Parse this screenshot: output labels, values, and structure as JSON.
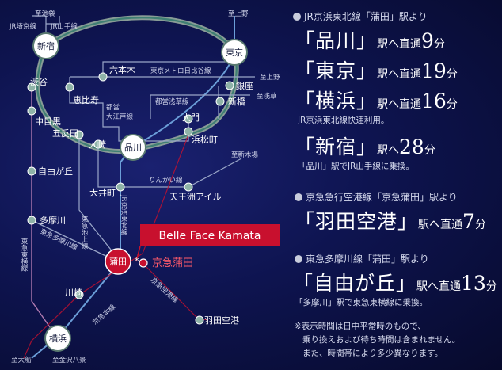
{
  "map": {
    "sign_label": "Belle Face Kamata",
    "stations_major": {
      "shinjuku": "新宿",
      "tokyo": "東京",
      "shinagawa": "品川",
      "kamata": "蒲田",
      "yokohama": "横浜"
    },
    "keikyu_kamata": "京急蒲田",
    "stations": {
      "shibuya": "渋谷",
      "ebisu": "恵比寿",
      "gotanda": "五反田",
      "osaki": "大崎",
      "nakameguro": "中目黒",
      "jiyugaoka": "自由が丘",
      "tamagawa": "多摩川",
      "oimachi": "大井町",
      "tennozu": "天王洲アイル",
      "roppongi": "六本木",
      "ginza": "銀座",
      "shinbashi": "新橋",
      "daimon": "大門",
      "hamamatsucho": "浜松町",
      "kawasaki": "川崎",
      "haneda": "羽田空港"
    },
    "lines": {
      "jr_saikyo": "JR埼京線",
      "jr_yamanote": "JR山手線",
      "metro_hibiya": "東京メトロ日比谷線",
      "toei_oedo_1": "都営",
      "toei_oedo_2": "大江戸線",
      "toei_asakusa": "都営浅草線",
      "rinkai": "りんかい線",
      "tokyu_ikegami": "東急池上線",
      "jr_keihin_tohoku": "JR京浜東北線",
      "tokyu_tamagawa": "東急多摩川線",
      "tokyu_toyoko": "東急東横線",
      "keikyu_main": "京急本線",
      "keikyu_airport": "京急空港線"
    },
    "directions": {
      "to_ikebukuro": "至池袋",
      "to_ueno_top": "至上野",
      "to_ueno_right": "至上野",
      "to_asakusa": "至浅草",
      "to_shinkiba": "至新木場",
      "to_ofuna": "至大船",
      "to_kanazawa_hakkei": "至金沢八景"
    }
  },
  "routes": {
    "jr_header": "JR京浜東北線「蒲田」駅より",
    "shinagawa": {
      "name": "「品川」",
      "suffix": "駅へ直通",
      "time": "9",
      "unit": "分"
    },
    "tokyo": {
      "name": "「東京」",
      "suffix": "駅へ直通",
      "time": "19",
      "unit": "分"
    },
    "yokohama": {
      "name": "「横浜」",
      "suffix": "駅へ直通",
      "time": "16",
      "unit": "分"
    },
    "rapid_note": "JR京浜東北線快速利用。",
    "shinjuku": {
      "name": "「新宿」",
      "suffix": "駅へ",
      "time": "28",
      "unit": "分"
    },
    "shinjuku_note": "「品川」駅でJR山手線に乗換。",
    "keikyu_header": "京急急行空港線「京急蒲田」駅より",
    "haneda": {
      "name": "「羽田空港」",
      "suffix": "駅へ直通",
      "time": "7",
      "unit": "分"
    },
    "tokyu_header": "東急多摩川線「蒲田」駅より",
    "jiyugaoka": {
      "name": "「自由が丘」",
      "suffix": "駅へ直通",
      "time": "13",
      "unit": "分"
    },
    "jiyugaoka_note": "「多摩川」駅で東急東横線に乗換。",
    "footnote_1": "※表示時間は日中平常時のもので、",
    "footnote_2": "乗り換えおよび待ち時間は含まれません。",
    "footnote_3": "また、時間帯により多少異なります。"
  },
  "colors": {
    "background": "#0e1450",
    "yamanote": "#8fa39a",
    "yamanote_inner": "#3f7f73",
    "accent_red": "#c8102e",
    "route_line": "#7a8fc8"
  }
}
